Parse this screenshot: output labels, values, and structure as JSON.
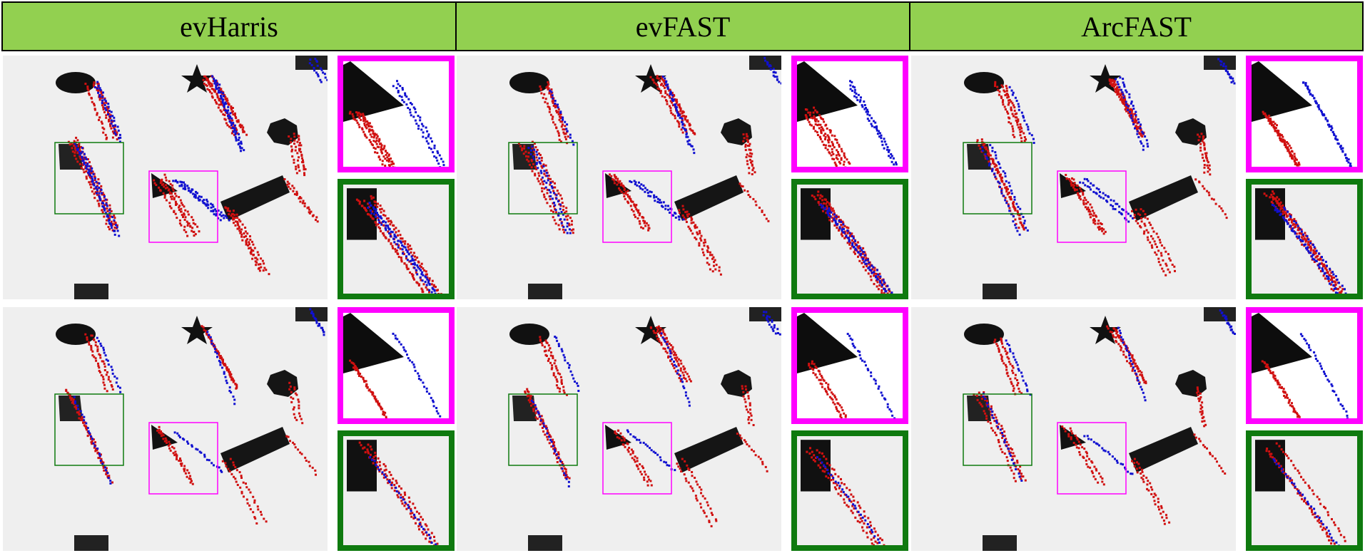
{
  "columns": [
    {
      "label": "evHarris"
    },
    {
      "label": "evFAST"
    },
    {
      "label": "ArcFAST"
    }
  ],
  "colors": {
    "header_bg": "#92d050",
    "positive_events": "#d01010",
    "negative_events": "#1010d0",
    "inset_magenta": "#ff00ff",
    "inset_green": "#0f7a0f"
  },
  "rows": 2,
  "panels_per_cell": [
    "scene",
    "zoom-magenta",
    "zoom-green"
  ]
}
